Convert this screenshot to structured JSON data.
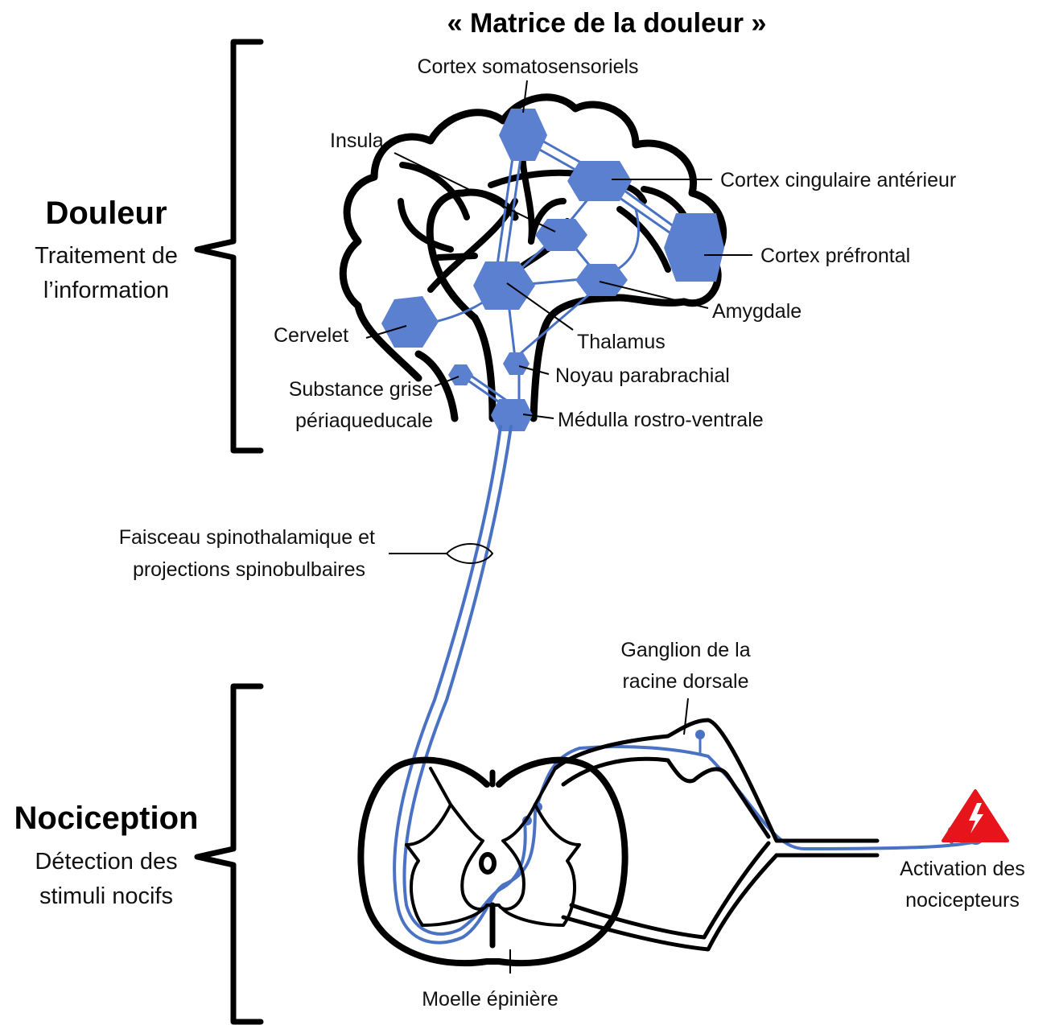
{
  "title": "« Matrice de la douleur »",
  "sections": {
    "pain": {
      "heading": "Douleur",
      "line1": "Traitement de",
      "line2": "l’information"
    },
    "nociception": {
      "heading": "Nociception",
      "line1": "Détection des",
      "line2": "stimuli nocifs"
    }
  },
  "labels": {
    "somatosensory": "Cortex somatosensoriels",
    "insula": "Insula",
    "acc": "Cortex cingulaire antérieur",
    "prefrontal": "Cortex préfrontal",
    "amygdala": "Amygdale",
    "cerebellum": "Cervelet",
    "thalamus": "Thalamus",
    "parabrachial": "Noyau parabrachial",
    "pag_line1": "Substance grise",
    "pag_line2": "périaqueducale",
    "rvm": "Médulla rostro-ventrale",
    "tract_line1": "Faisceau spinothalamique et",
    "tract_line2": "projections spinobulbaires",
    "drg_line1": "Ganglion de la",
    "drg_line2": "racine dorsale",
    "nociceptor_line1": "Activation des",
    "nociceptor_line2": "nocicepteurs",
    "spinal_cord": "Moelle épinière"
  },
  "colors": {
    "pathway": "#4a72c4",
    "region": "#5a80cf",
    "warning": "#e8141b"
  },
  "icons": {
    "warning": "high-voltage-warning-icon"
  }
}
